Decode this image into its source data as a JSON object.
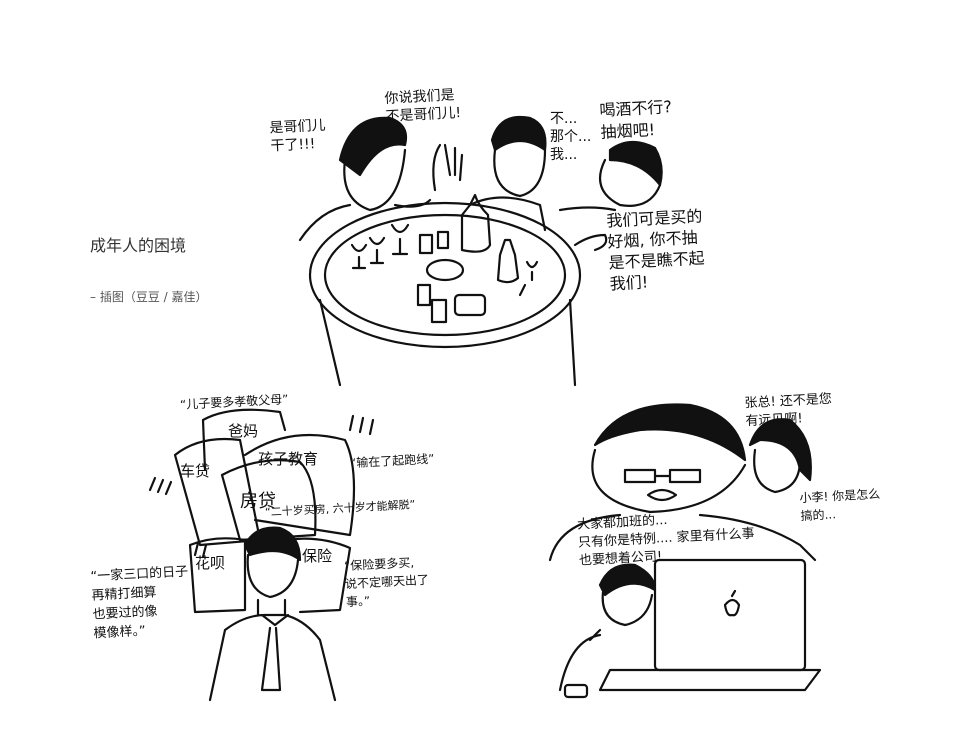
{
  "caption": {
    "title": "成年人的困境",
    "credit": "– 插图（豆豆 / 嘉佳）"
  },
  "scene_drinking": {
    "bubble_cheers": "是哥们儿\n干了!!!",
    "bubble_brothers": "你说我们是\n不是哥们儿!",
    "bubble_hesitate": "不...\n那个...\n我...",
    "bubble_smoke": "喝酒不行?\n抽烟吧!",
    "bubble_good_cigs": "我们可是买的\n好烟, 你不抽\n是不是瞧不起\n我们!"
  },
  "scene_burden": {
    "quote_parents": "“儿子要多孝敬父母”",
    "card_parents": "爸妈",
    "card_car_loan": "车贷",
    "card_education": "孩子教育",
    "card_mortgage": "房贷",
    "quote_education": "“输在了起跑线”",
    "quote_mortgage": "“二十岁买房, 六十岁才能解脱”",
    "card_huabei": "花呗",
    "card_insurance": "保险",
    "quote_family": "“一家三口的日子\n再精打细算\n也要过的像\n模像样。”",
    "quote_insurance": "“保险要多买,\n说不定哪天出了\n事。”"
  },
  "scene_office": {
    "bubble_flatter": "张总! 还不是您\n有远见啊!",
    "bubble_xiaoli": "小李! 你是怎么\n搞的...",
    "bubble_boss": "大家都加班的...\n只有你是特例....  家里有什么事\n也要想着公司!"
  }
}
